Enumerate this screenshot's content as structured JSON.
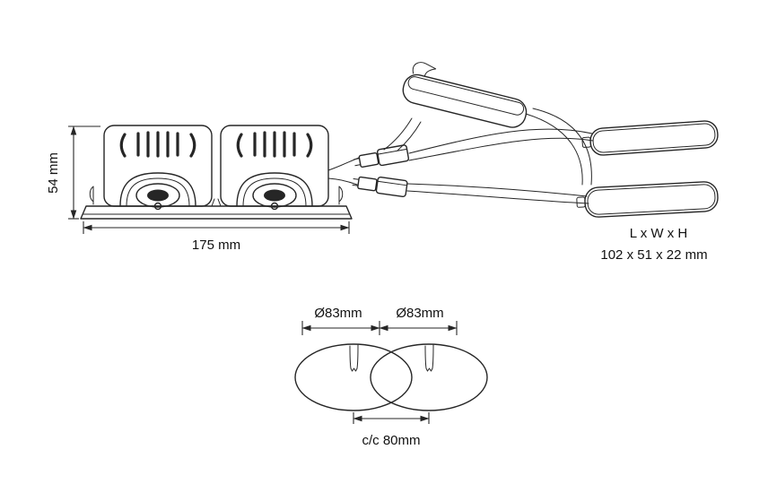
{
  "diagram": {
    "type": "technical-dimension-drawing",
    "subject": "twin recessed downlight with two remote drivers and cutout template",
    "labels": {
      "height": "54 mm",
      "width": "175 mm",
      "driver_title": "L x W x H",
      "driver_dims": "102 x 51 x 22 mm",
      "cutout_left": "Ø83mm",
      "cutout_right": "Ø83mm",
      "center_spacing": "c/c 80mm"
    },
    "colors": {
      "line": "#262626",
      "text": "#111111",
      "background": "#ffffff"
    }
  }
}
